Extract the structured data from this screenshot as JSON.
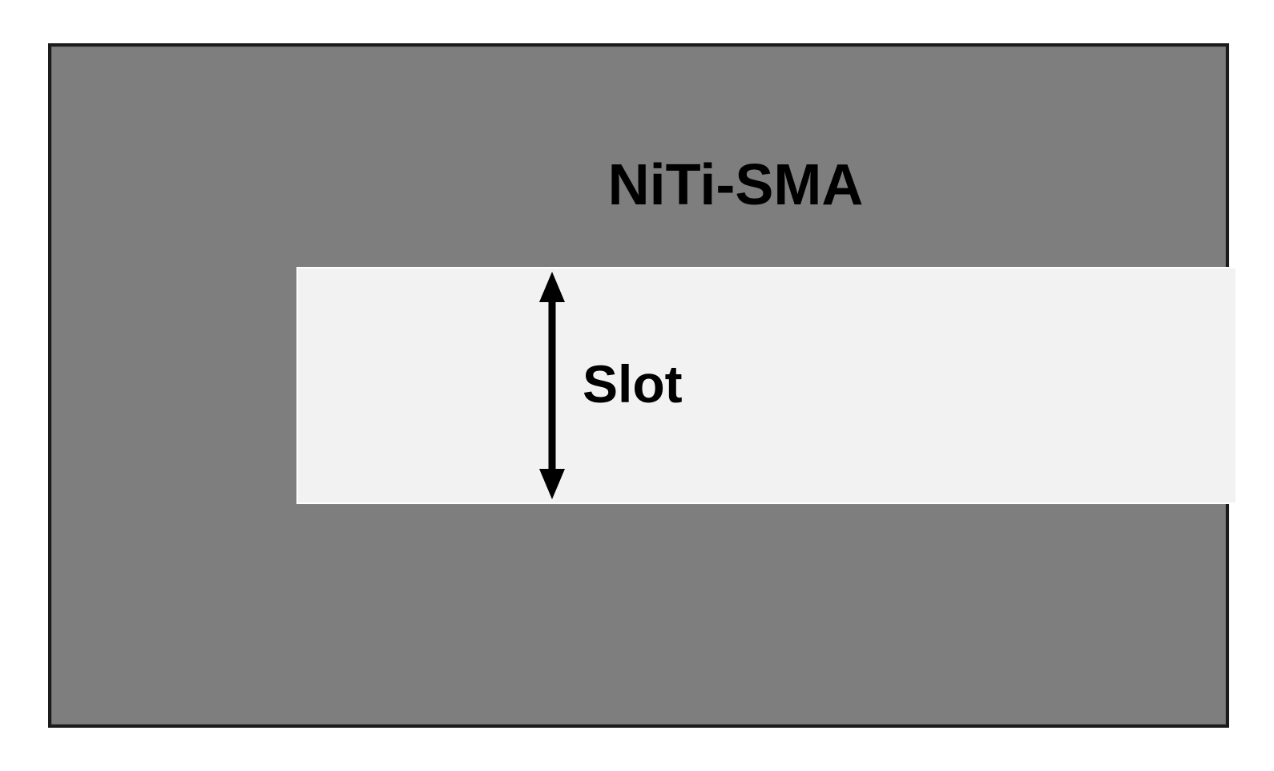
{
  "figure": {
    "type": "schematic-diagram",
    "description_visible_elements": "gray rectangular plate with an open horizontal slot and a vertical extent arrow",
    "material_label": "NiTi-SMA",
    "slot_label": "Slot",
    "colors": {
      "page_background": "#ffffff",
      "plate_fill": "#7e7e7e",
      "plate_border": "#1b1b1b",
      "slot_fill": "#f2f2f2",
      "arrow": "#000000",
      "text": "#000000"
    }
  }
}
